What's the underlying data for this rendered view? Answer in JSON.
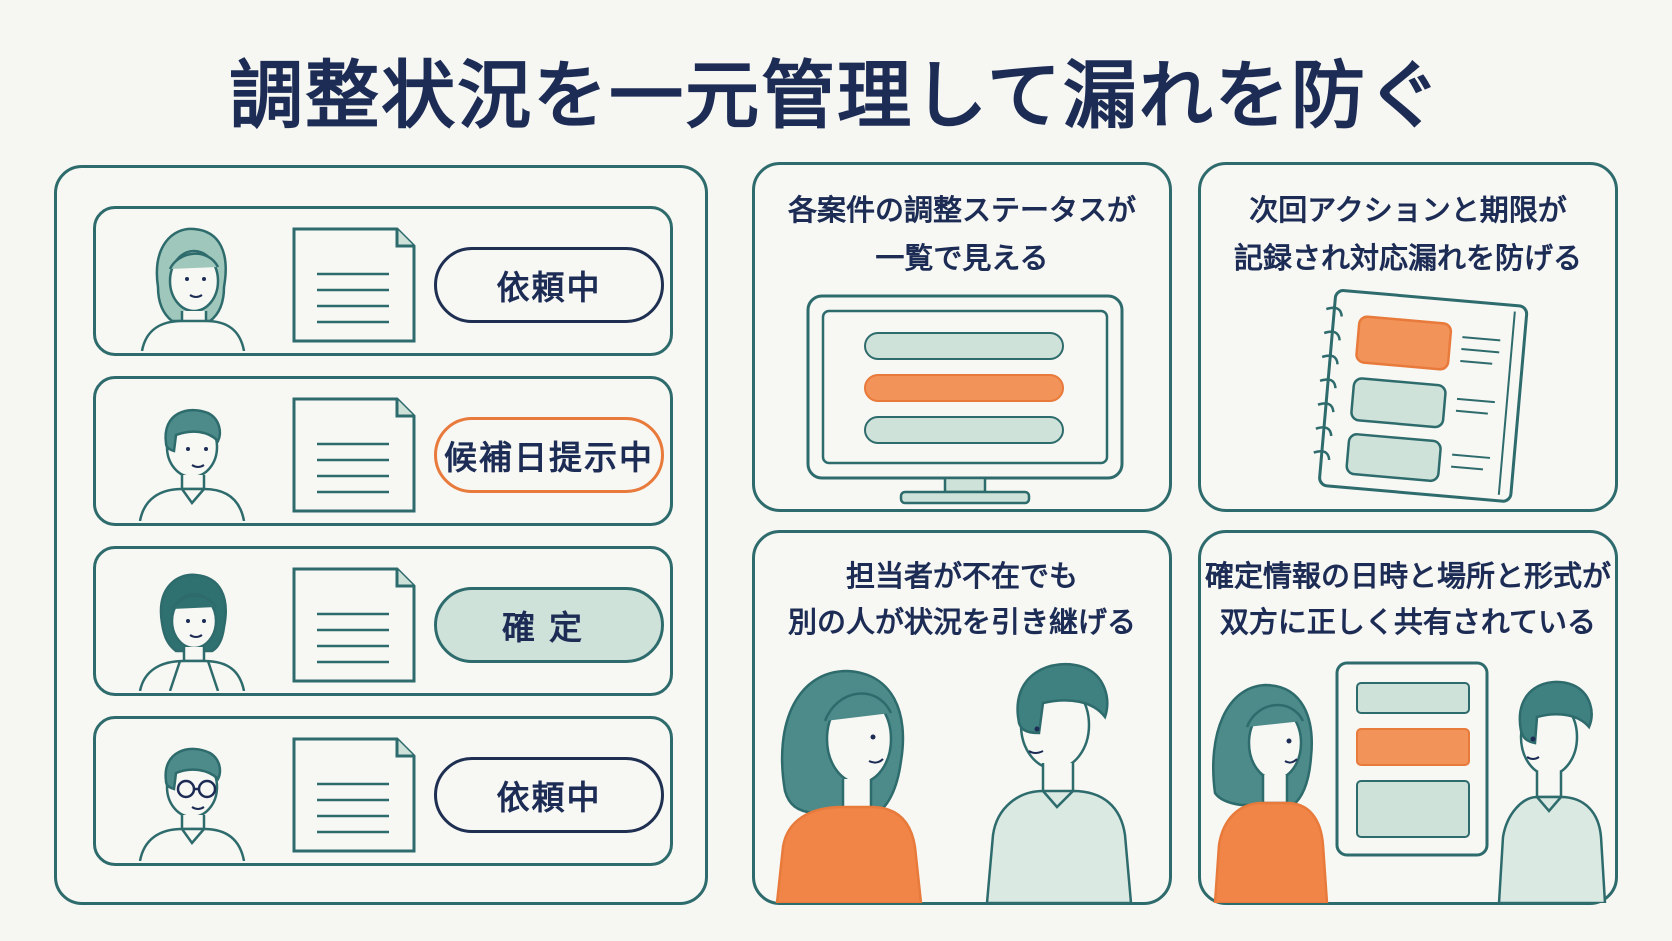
{
  "title": "調整状況を一元管理して漏れを防ぐ",
  "status_list": [
    {
      "person": "woman-long-hair",
      "status": "依頼中",
      "style": "outline"
    },
    {
      "person": "man-short-hair",
      "status": "候補日提示中",
      "style": "orange"
    },
    {
      "person": "woman-bob-hair",
      "status": "確定",
      "style": "filled"
    },
    {
      "person": "man-glasses",
      "status": "依頼中",
      "style": "outline"
    }
  ],
  "cards": {
    "status_overview": {
      "line1": "各案件の調整ステータスが",
      "line2": "一覧で見える"
    },
    "next_action": {
      "line1": "次回アクションと期限が",
      "line2": "記録され対応漏れを防げる"
    },
    "handover": {
      "line1": "担当者が不在でも",
      "line2": "別の人が状況を引き継げる"
    },
    "confirmed_info": {
      "line1": "確定情報の日時と場所と形式が",
      "line2": "双方に正しく共有されている"
    }
  },
  "colors": {
    "teal": "#2e6b6c",
    "navy": "#1c2c55",
    "orange": "#e87a3b",
    "mint": "#cfe2da",
    "background": "#f6f6f2"
  }
}
